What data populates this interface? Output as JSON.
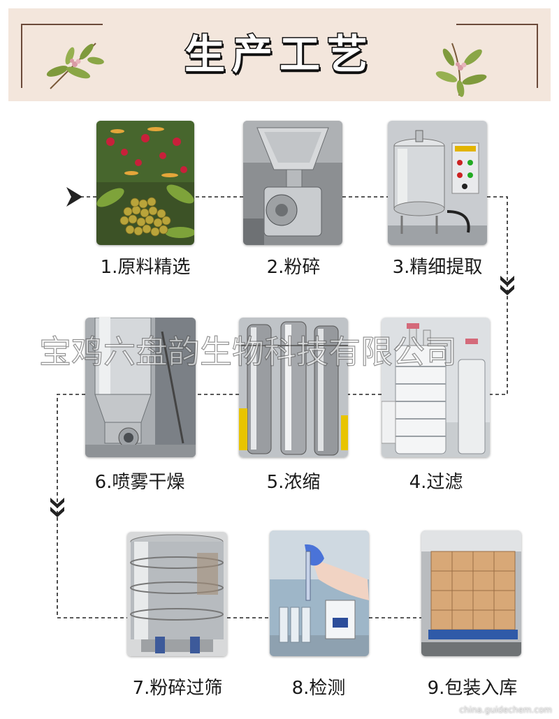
{
  "header": {
    "title": "生产工艺"
  },
  "steps": [
    {
      "label": "1.原料精选"
    },
    {
      "label": "2.粉碎"
    },
    {
      "label": "3.精细提取"
    },
    {
      "label": "4.过滤"
    },
    {
      "label": "5.浓缩"
    },
    {
      "label": "6.喷雾干燥"
    },
    {
      "label": "7.粉碎过筛"
    },
    {
      "label": "8.检测"
    },
    {
      "label": "9.包装入库"
    }
  ],
  "watermark": "宝鸡六盘韵生物科技有限公司",
  "source": "china.guidechem.com",
  "colors": {
    "banner": "#f3e6dc",
    "frame": "#6b4a3a",
    "connector": "#222222"
  }
}
